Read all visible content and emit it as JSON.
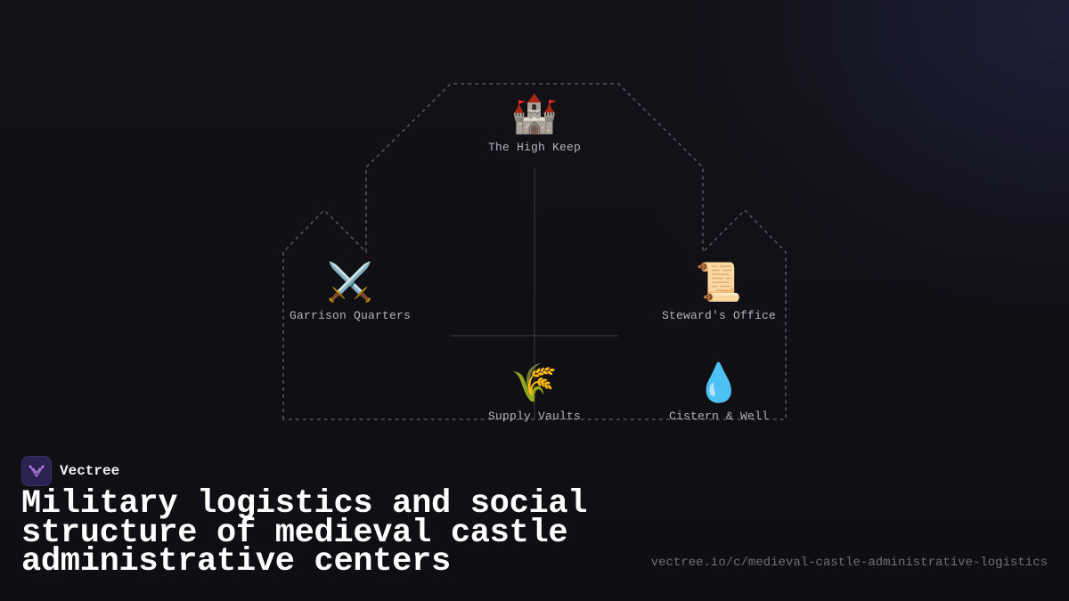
{
  "diagram": {
    "nodes": [
      {
        "id": "keep",
        "icon": "castle-icon",
        "glyph": "🏰",
        "label": "The High Keep"
      },
      {
        "id": "garrison",
        "icon": "crossed-swords-icon",
        "glyph": "⚔️",
        "label": "Garrison Quarters"
      },
      {
        "id": "steward",
        "icon": "scroll-icon",
        "glyph": "📜",
        "label": "Steward's Office"
      },
      {
        "id": "supply",
        "icon": "wheat-sheaf-icon",
        "glyph": "🌾",
        "label": "Supply Vaults"
      },
      {
        "id": "cistern",
        "icon": "water-droplet-icon",
        "glyph": "💧",
        "label": "Cistern & Well"
      }
    ],
    "colors": {
      "outline": "#55555e",
      "connector": "#3c3c44",
      "label": "#b4b4bd"
    }
  },
  "brand": {
    "name": "Vectree",
    "logo_icon": "vectree-logo-icon",
    "logo_color": "#b06ee8"
  },
  "title": "Military logistics and social structure of medieval castle administrative centers",
  "url": "vectree.io/c/medieval-castle-administrative-logistics"
}
